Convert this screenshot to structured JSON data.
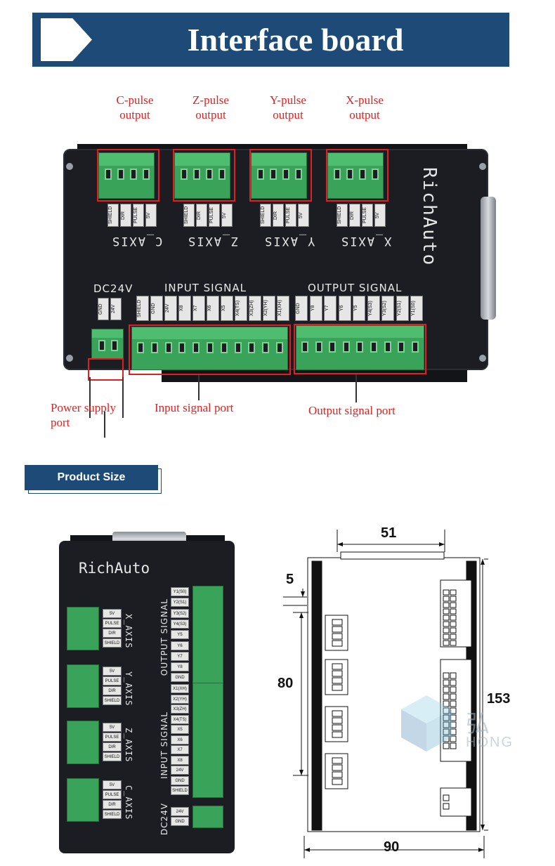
{
  "banner": {
    "title": "Interface board"
  },
  "board_top": {
    "brand": "RichAuto",
    "dc_label": "DC24V",
    "input_title": "INPUT SIGNAL",
    "output_title": "OUTPUT SIGNAL",
    "axis_ports": [
      {
        "axis": "C_AXIS",
        "callout": [
          "C-pulse",
          "output"
        ],
        "pins": [
          "SHIELD",
          "DIR",
          "PULSE",
          "5V"
        ]
      },
      {
        "axis": "Z_AXIS",
        "callout": [
          "Z-pulse",
          "output"
        ],
        "pins": [
          "SHIELD",
          "DIR",
          "PULSE",
          "5V"
        ]
      },
      {
        "axis": "Y_AXIS",
        "callout": [
          "Y-pulse",
          "output"
        ],
        "pins": [
          "SHIELD",
          "DIR",
          "PULSE",
          "5V"
        ]
      },
      {
        "axis": "X_AXIS",
        "callout": [
          "X-pulse",
          "output"
        ],
        "pins": [
          "SHIELD",
          "DIR",
          "PULSE",
          "5V"
        ]
      }
    ],
    "power_pins": [
      "GND",
      "24V"
    ],
    "input_pins": [
      "SHIELD",
      "GND",
      "24V",
      "X8",
      "X7",
      "X6",
      "X5",
      "X4(TS)",
      "X3(ZH)",
      "X2(YH)",
      "X1(XH)"
    ],
    "output_pins": [
      "GND",
      "Y8",
      "Y7",
      "Y6",
      "Y5",
      "Y4(S3)",
      "Y3(S2)",
      "Y2(S1)",
      "Y1(S0)"
    ],
    "callouts": {
      "power_line1": "Power supply",
      "power_line2": "port",
      "input": "Input signal port",
      "output": "Output signal port"
    }
  },
  "size_section": {
    "title": "Product Size"
  },
  "board_side": {
    "brand": "RichAuto",
    "dc_label": "DC24V",
    "output_title": "OUTPUT SIGNAL",
    "input_title": "INPUT SIGNAL",
    "axes": [
      {
        "axis": "X_AXIS",
        "pins": [
          "5V",
          "PULSE",
          "DIR",
          "SHIELD"
        ]
      },
      {
        "axis": "Y_AXIS",
        "pins": [
          "5V",
          "PULSE",
          "DIR",
          "SHIELD"
        ]
      },
      {
        "axis": "Z_AXIS",
        "pins": [
          "5V",
          "PULSE",
          "DIR",
          "SHIELD"
        ]
      },
      {
        "axis": "C_AXIS",
        "pins": [
          "5V",
          "PULSE",
          "DIR",
          "SHIELD"
        ]
      }
    ],
    "output_pins": [
      "Y1(S0)",
      "Y2(S1)",
      "Y3(S2)",
      "Y4(S3)",
      "Y5",
      "Y6",
      "Y7",
      "Y8",
      "GND"
    ],
    "input_pins": [
      "X1(XH)",
      "X2(YH)",
      "X3(ZH)",
      "X4(TS)",
      "X5",
      "X6",
      "X7",
      "X8",
      "24V",
      "GND",
      "SHIELD"
    ],
    "power_pins": [
      "24V",
      "GND"
    ]
  },
  "drawing": {
    "dims": {
      "top": "51",
      "offset": "5",
      "left": "80",
      "right": "153",
      "bottom": "90"
    },
    "watermark": {
      "brand_cn": "弘",
      "brand_en": "HONG"
    }
  },
  "colors": {
    "banner": "#1e4a78",
    "callout": "#dd2222",
    "terminal": "#3aa35a",
    "board": "#1b1d22"
  }
}
